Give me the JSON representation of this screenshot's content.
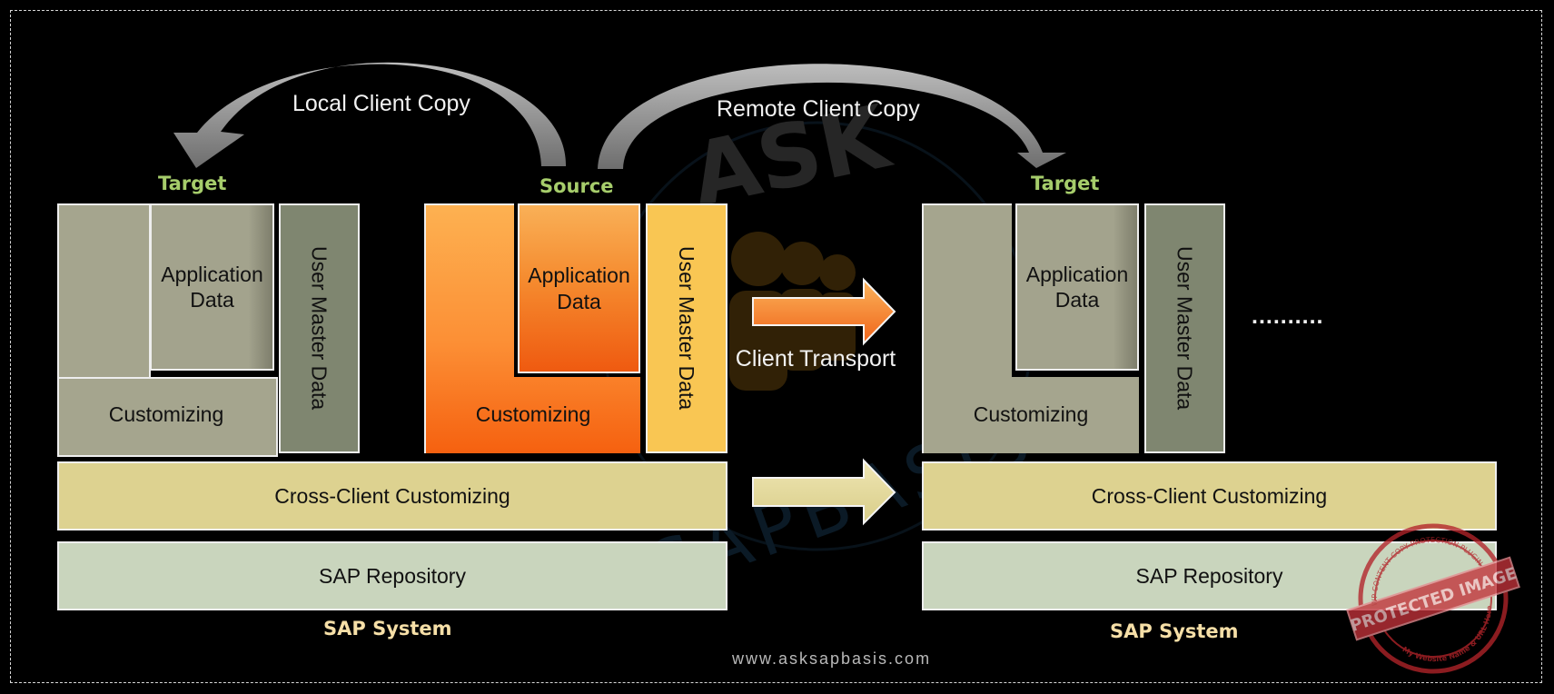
{
  "system_left": {
    "role_label": "Target",
    "customizing": "Customizing",
    "application_data": "Application Data",
    "user_master_data": "User Master Data",
    "cross_client": "Cross-Client Customizing",
    "repository": "SAP Repository",
    "system_label": "SAP System"
  },
  "system_source": {
    "role_label": "Source",
    "customizing": "Customizing",
    "application_data": "Application Data",
    "user_master_data": "User Master Data"
  },
  "system_right": {
    "role_label": "Target",
    "customizing": "Customizing",
    "application_data": "Application Data",
    "user_master_data": "User Master Data",
    "cross_client": "Cross-Client Customizing",
    "repository": "SAP Repository",
    "system_label": "SAP System",
    "more": ".........."
  },
  "copies": {
    "local": "Local Client Copy",
    "remote": "Remote Client Copy",
    "transport": "Client Transport"
  },
  "footer": {
    "url": "www.asksapbasis.com"
  },
  "watermark": {
    "logo_text_top": "ASK",
    "logo_text_bottom": "SAPBASIS",
    "stamp_text": "PROTECTED IMAGE",
    "stamp_ring_top": "WP CONTENT COPY PROTECTION PLUGIN",
    "stamp_ring_bottom": "My Website Name & URL Here"
  },
  "colors": {
    "olive": "#a5a58e",
    "olive_dark": "#7f8670",
    "orange": "#f5600f",
    "yellow": "#f9c653",
    "tan": "#ddd290",
    "sage": "#c9d5bd",
    "green_label": "#a6cd6b",
    "cream_label": "#f6dfa7"
  }
}
